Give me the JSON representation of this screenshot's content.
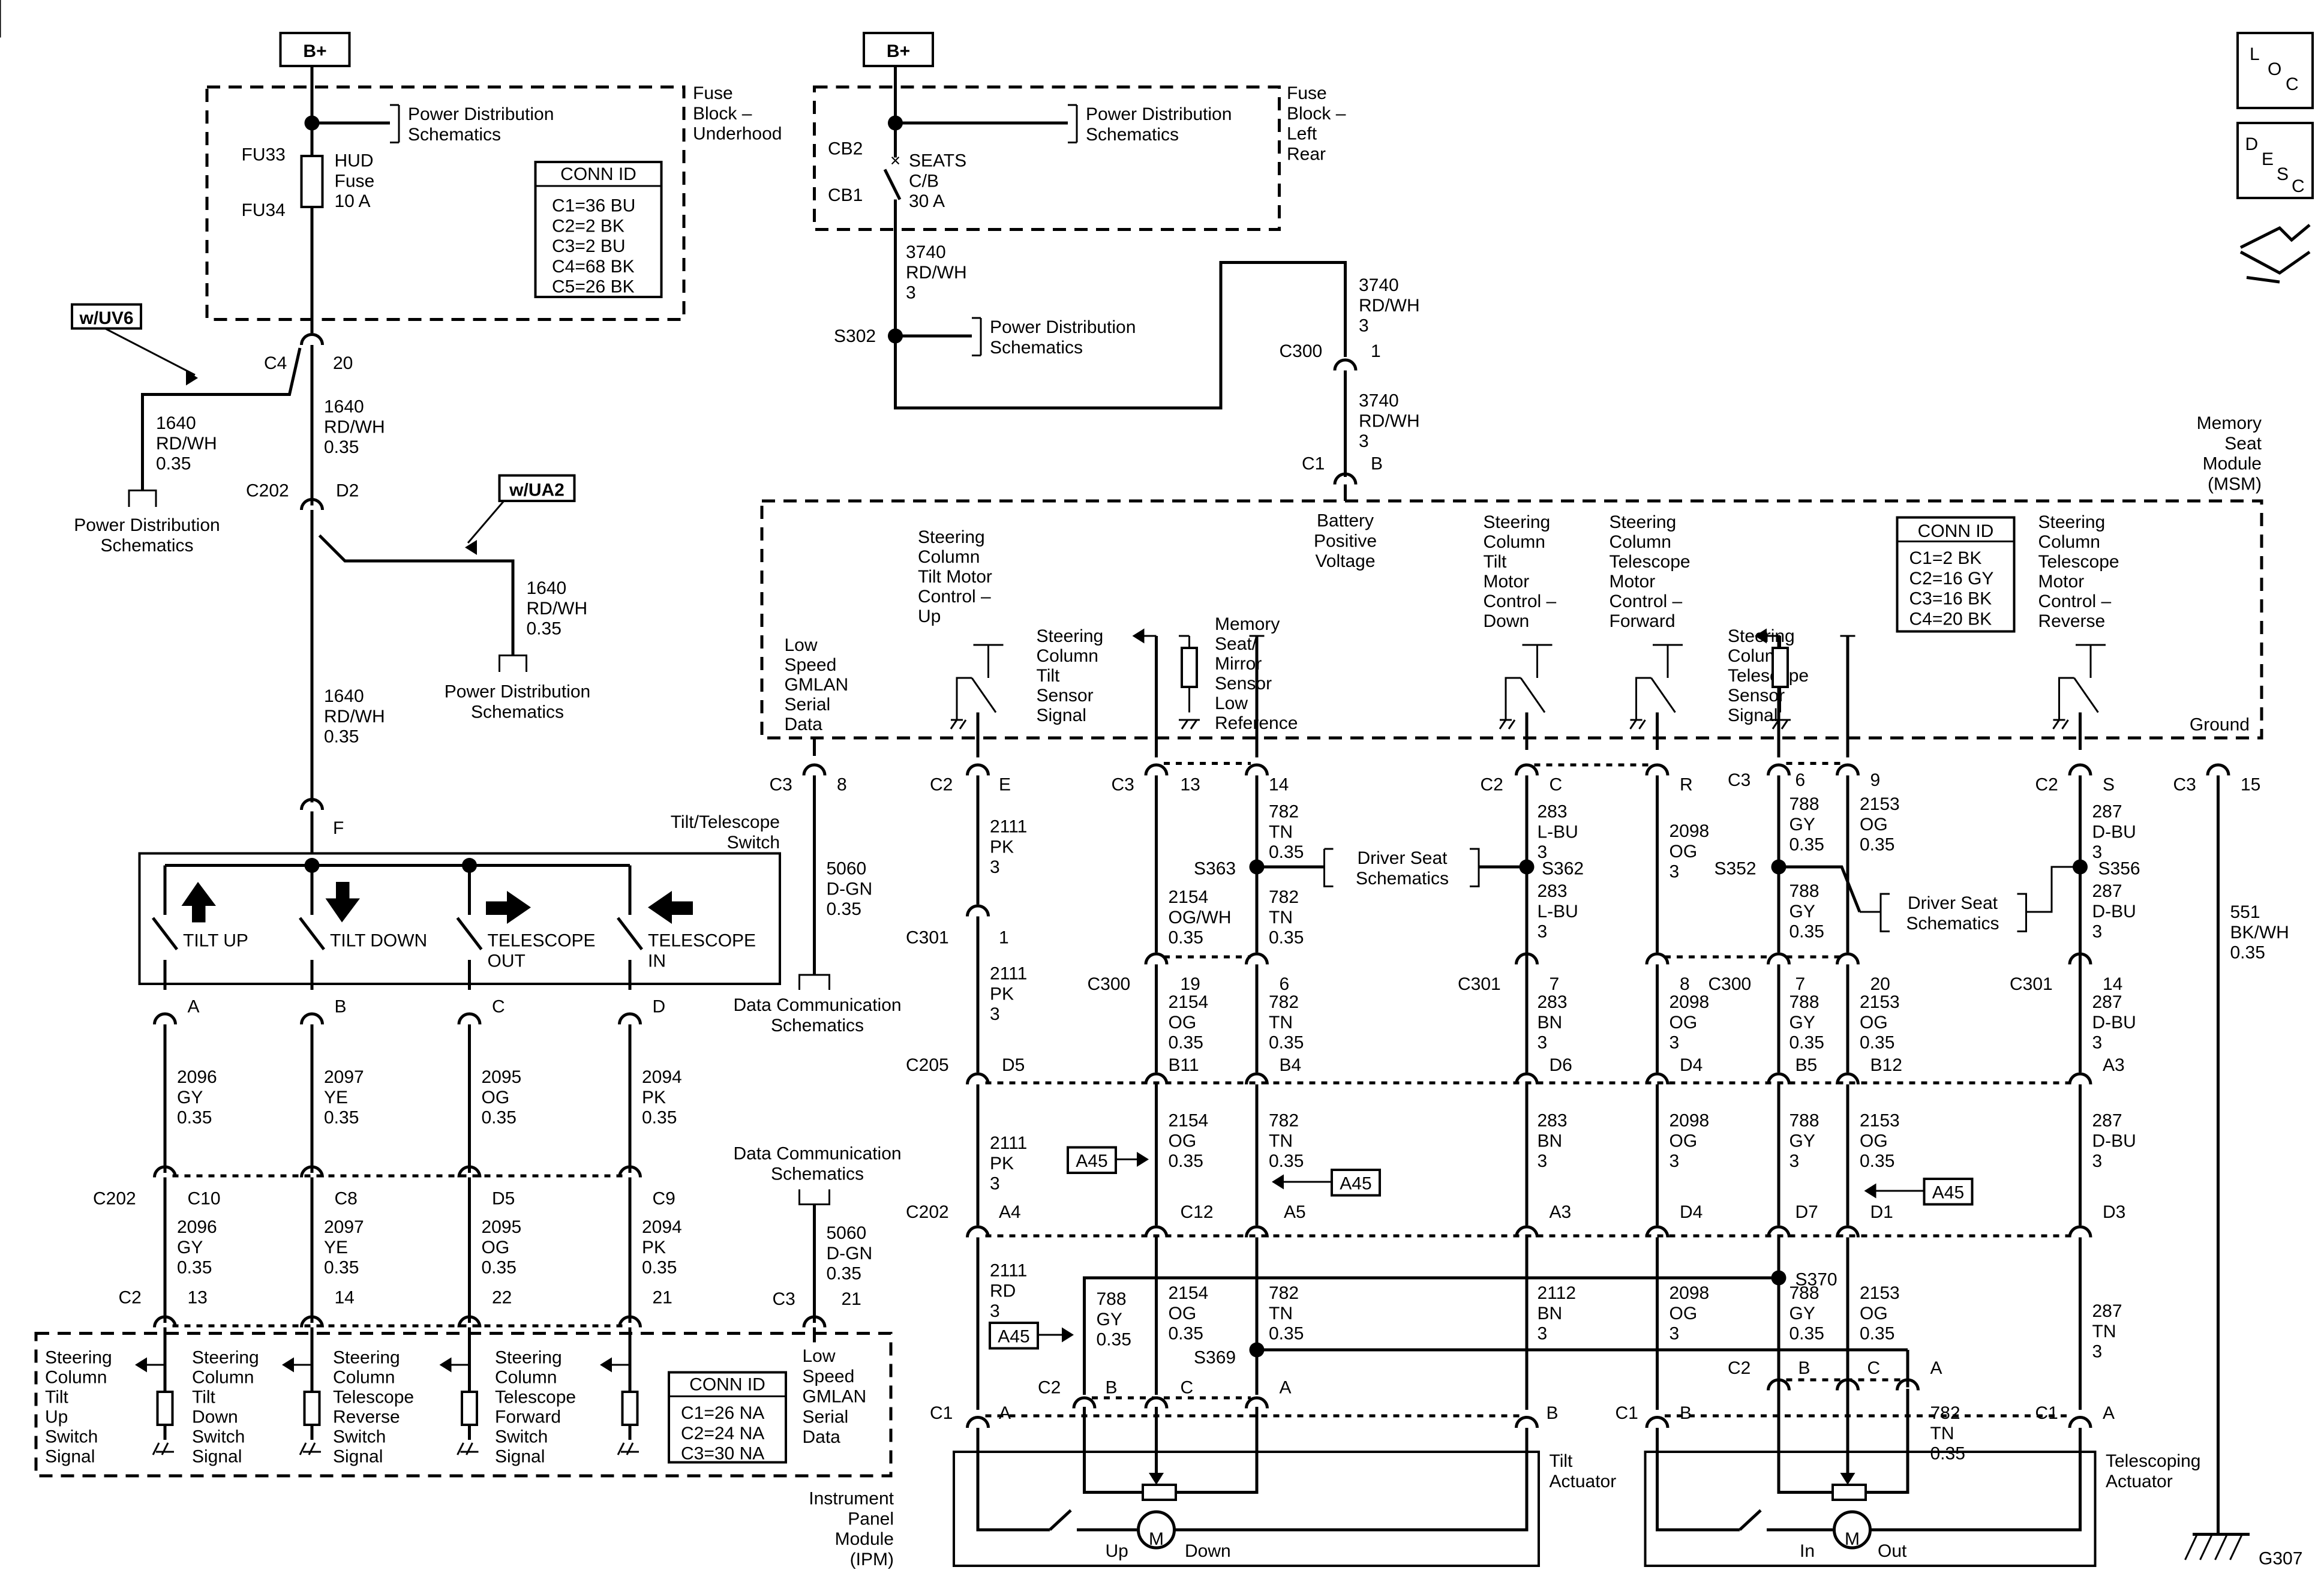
{
  "battery": {
    "label": "B+"
  },
  "fuse_block_underhood": {
    "title": [
      "Fuse",
      "Block –",
      "Underhood"
    ],
    "pds": [
      "Power Distribution",
      "Schematics"
    ],
    "fu33": "FU33",
    "fu34": "FU34",
    "fuse": [
      "HUD",
      "Fuse",
      "10 A"
    ],
    "conn_id": {
      "title": "CONN ID",
      "rows": [
        "C1=36 BU",
        "C2=2 BK",
        "C3=2 BU",
        "C4=68 BK",
        "C5=26 BK"
      ]
    }
  },
  "fuse_block_left_rear": {
    "title": [
      "Fuse",
      "Block –",
      "Left",
      "Rear"
    ],
    "pds": [
      "Power Distribution",
      "Schematics"
    ],
    "cb2": "CB2",
    "cb1": "CB1",
    "breaker": [
      "SEATS",
      "C/B",
      "30 A"
    ]
  },
  "options": {
    "uv6": "w/UV6",
    "ua2": "w/UA2"
  },
  "left_feed": {
    "c4": "C4",
    "c4_pin": "20",
    "w1": [
      "1640",
      "RD/WH",
      "0.35"
    ],
    "w_uv6": [
      "1640",
      "RD/WH",
      "0.35"
    ],
    "pds_uv6": [
      "Power Distribution",
      "Schematics"
    ],
    "c202": "C202",
    "c202_pin": "D2",
    "w_ua2": [
      "1640",
      "RD/WH",
      "0.35"
    ],
    "pds_ua2": [
      "Power Distribution",
      "Schematics"
    ],
    "w2": [
      "1640",
      "RD/WH",
      "0.35"
    ],
    "f_pin": "F"
  },
  "switch": {
    "title": [
      "Tilt/Telescope",
      "Switch"
    ],
    "labels": [
      [
        "TILT UP"
      ],
      [
        "TILT DOWN"
      ],
      [
        "TELESCOPE",
        "OUT"
      ],
      [
        "TELESCOPE",
        "IN"
      ]
    ],
    "pins": [
      "A",
      "B",
      "C",
      "D"
    ],
    "wires_top": [
      [
        "2096",
        "GY",
        "0.35"
      ],
      [
        "2097",
        "YE",
        "0.35"
      ],
      [
        "2095",
        "OG",
        "0.35"
      ],
      [
        "2094",
        "PK",
        "0.35"
      ]
    ],
    "c202": "C202",
    "c202_pins": [
      "C10",
      "C8",
      "D5",
      "C9"
    ],
    "wires_bot": [
      [
        "2096",
        "GY",
        "0.35"
      ],
      [
        "2097",
        "YE",
        "0.35"
      ],
      [
        "2095",
        "OG",
        "0.35"
      ],
      [
        "2094",
        "PK",
        "0.35"
      ]
    ],
    "c2": "C2",
    "c2_pins": [
      "13",
      "14",
      "22",
      "21"
    ]
  },
  "ipm": {
    "title": [
      "Instrument",
      "Panel",
      "Module",
      "(IPM)"
    ],
    "signals": [
      [
        "Steering",
        "Column",
        "Tilt",
        "Up",
        "Switch",
        "Signal"
      ],
      [
        "Steering",
        "Column",
        "Tilt",
        "Down",
        "Switch",
        "Signal"
      ],
      [
        "Steering",
        "Column",
        "Telescope",
        "Reverse",
        "Switch",
        "Signal"
      ],
      [
        "Steering",
        "Column",
        "Telescope",
        "Forward",
        "Switch",
        "Signal"
      ]
    ],
    "conn_id": {
      "title": "CONN ID",
      "rows": [
        "C1=26 NA",
        "C2=24 NA",
        "C3=30 NA"
      ]
    },
    "gmlan": [
      "Low",
      "Speed",
      "GMLAN",
      "Serial",
      "Data"
    ],
    "c3": "C3",
    "c3_pin": "21",
    "dcs": [
      "Data Communication",
      "Schematics"
    ],
    "wire": [
      "5060",
      "D-GN",
      "0.35"
    ]
  },
  "right_feed": {
    "w1": [
      "3740",
      "RD/WH",
      "3"
    ],
    "s302": "S302",
    "pds": [
      "Power Distribution",
      "Schematics"
    ],
    "w2": [
      "3740",
      "RD/WH",
      "3"
    ],
    "c300": "C300",
    "c300_pin": "1",
    "w3": [
      "3740",
      "RD/WH",
      "3"
    ],
    "c1": "C1",
    "c1_pin": "B"
  },
  "msm": {
    "title": [
      "Memory",
      "Seat",
      "Module",
      "(MSM)"
    ],
    "conn_id": {
      "title": "CONN ID",
      "rows": [
        "C1=2 BK",
        "C2=16 GY",
        "C3=16 BK",
        "C4=20 BK"
      ]
    },
    "battery": [
      "Battery",
      "Positive",
      "Voltage"
    ],
    "gmlan": [
      "Low",
      "Speed",
      "GMLAN",
      "Serial",
      "Data"
    ],
    "tilt_up": [
      "Steering",
      "Column",
      "Tilt Motor",
      "Control –",
      "Up"
    ],
    "tilt_sensor": [
      "Steering",
      "Column",
      "Tilt",
      "Sensor",
      "Signal"
    ],
    "low_ref": [
      "Memory",
      "Seat/",
      "Mirror",
      "Sensor",
      "Low",
      "Reference"
    ],
    "tilt_down": [
      "Steering",
      "Column",
      "Tilt",
      "Motor",
      "Control –",
      "Down"
    ],
    "tele_fwd": [
      "Steering",
      "Column",
      "Telescope",
      "Motor",
      "Control –",
      "Forward"
    ],
    "tele_sensor": [
      "Steering",
      "Column",
      "Telescope",
      "Sensor",
      "Signal"
    ],
    "tele_rev": [
      "Steering",
      "Column",
      "Telescope",
      "Motor",
      "Control –",
      "Reverse"
    ],
    "ground": "Ground"
  },
  "columns": {
    "gmlan": {
      "conn": "C3",
      "pin": "8",
      "wire": [
        "5060",
        "D-GN",
        "0.35"
      ],
      "dcs": [
        "Data Communication",
        "Schematics"
      ]
    },
    "tilt_up": {
      "conn": "C2",
      "pin": "E",
      "w1": [
        "2111",
        "PK",
        "3"
      ],
      "c301": "C301",
      "c301_pin": "1",
      "w2": [
        "2111",
        "PK",
        "3"
      ],
      "c205": "C205",
      "c205_pin": "D5",
      "w3": [
        "2111",
        "PK",
        "3"
      ],
      "c202": "C202",
      "c202_pin": "A4",
      "w4": [
        "2111",
        "RD",
        "3"
      ]
    },
    "tilt_sensor": {
      "conn": "C3",
      "pin": "13",
      "w1": [
        "2154",
        "OG/WH",
        "0.35"
      ],
      "c300": "C300",
      "c300_pin": "19",
      "w2": [
        "2154",
        "OG",
        "0.35"
      ],
      "b": "B11",
      "w3": [
        "2154",
        "OG",
        "0.35"
      ],
      "c202_pin": "C12",
      "w4": [
        "2154",
        "OG",
        "0.35"
      ]
    },
    "low_ref": {
      "pin": "14",
      "w1": [
        "782",
        "TN",
        "0.35"
      ],
      "s363": "S363",
      "w2": [
        "782",
        "TN",
        "0.35"
      ],
      "c300_pin": "6",
      "w3": [
        "782",
        "TN",
        "0.35"
      ],
      "b": "B4",
      "w4": [
        "782",
        "TN",
        "0.35"
      ],
      "c202_pin": "A5",
      "w5": [
        "782",
        "TN",
        "0.35"
      ],
      "s369": "S369"
    },
    "driver_seat": [
      "Driver Seat",
      "Schematics"
    ],
    "tilt_down": {
      "conn": "C2",
      "pin": "C",
      "w1": [
        "283",
        "L-BU",
        "3"
      ],
      "s362": "S362",
      "w2": [
        "283",
        "L-BU",
        "3"
      ],
      "c301": "C301",
      "c301_pin": "7",
      "w3": [
        "283",
        "BN",
        "3"
      ],
      "d6": "D6",
      "w4": [
        "283",
        "BN",
        "3"
      ],
      "a3": "A3",
      "w5": [
        "2112",
        "BN",
        "3"
      ]
    },
    "tele_fwd": {
      "pin": "R",
      "w1": [
        "2098",
        "OG",
        "3"
      ],
      "c301_pin": "8",
      "w2": [
        "2098",
        "OG",
        "3"
      ],
      "d4": "D4",
      "w3": [
        "2098",
        "OG",
        "3"
      ],
      "d4b": "D4",
      "w4": [
        "2098",
        "OG",
        "3"
      ]
    },
    "tele_sensor": {
      "conn": "C3",
      "pin": "6",
      "w1": [
        "788",
        "GY",
        "0.35"
      ],
      "s352": "S352",
      "w2": [
        "788",
        "GY",
        "0.35"
      ],
      "c300": "C300",
      "c300_pin": "7",
      "w3": [
        "788",
        "GY",
        "0.35"
      ],
      "b5": "B5",
      "w4": [
        "788",
        "GY",
        "3"
      ],
      "d7": "D7",
      "s370": "S370",
      "w5": [
        "788",
        "GY",
        "0.35"
      ]
    },
    "tele_og": {
      "pin": "9",
      "w1": [
        "2153",
        "OG",
        "0.35"
      ],
      "c300_pin": "20",
      "w2": [
        "2153",
        "OG",
        "0.35"
      ],
      "b12": "B12",
      "w3": [
        "2153",
        "OG",
        "0.35"
      ],
      "d1": "D1",
      "w4": [
        "2153",
        "OG",
        "0.35"
      ]
    },
    "driver_seat2": [
      "Driver Seat",
      "Schematics"
    ],
    "tele_rev": {
      "conn": "C2",
      "pin": "S",
      "w1": [
        "287",
        "D-BU",
        "3"
      ],
      "s356": "S356",
      "w2": [
        "287",
        "D-BU",
        "3"
      ],
      "c301": "C301",
      "c301_pin": "14",
      "w3": [
        "287",
        "D-BU",
        "3"
      ],
      "a3": "A3",
      "w4": [
        "287",
        "D-BU",
        "3"
      ],
      "d3": "D3",
      "w5": [
        "287",
        "TN",
        "3"
      ]
    },
    "ground": {
      "conn": "C3",
      "pin": "15",
      "wire": [
        "551",
        "BK/WH",
        "0.35"
      ],
      "g": "G307"
    }
  },
  "a45": "A45",
  "tilt_actuator": {
    "title": [
      "Tilt",
      "Actuator"
    ],
    "c1": "C1",
    "c1_a": "A",
    "c1_b": "B",
    "c2": "C2",
    "c2_b": "B",
    "c2_c": "C",
    "c2_a": "A",
    "w_788": [
      "788",
      "GY",
      "0.35"
    ],
    "up": "Up",
    "down": "Down",
    "m": "M"
  },
  "tele_actuator": {
    "title": [
      "Telescoping",
      "Actuator"
    ],
    "c1": "C1",
    "c1_b": "B",
    "c1_a": "A",
    "c2": "C2",
    "c2_b": "B",
    "c2_c": "C",
    "c2_a": "A",
    "w_782": [
      "782",
      "TN",
      "0.35"
    ],
    "in": "In",
    "out": "Out",
    "m": "M"
  },
  "legend": {
    "loc": [
      "L",
      "O",
      "C"
    ],
    "desc": [
      "D",
      "E",
      "S",
      "C"
    ]
  }
}
